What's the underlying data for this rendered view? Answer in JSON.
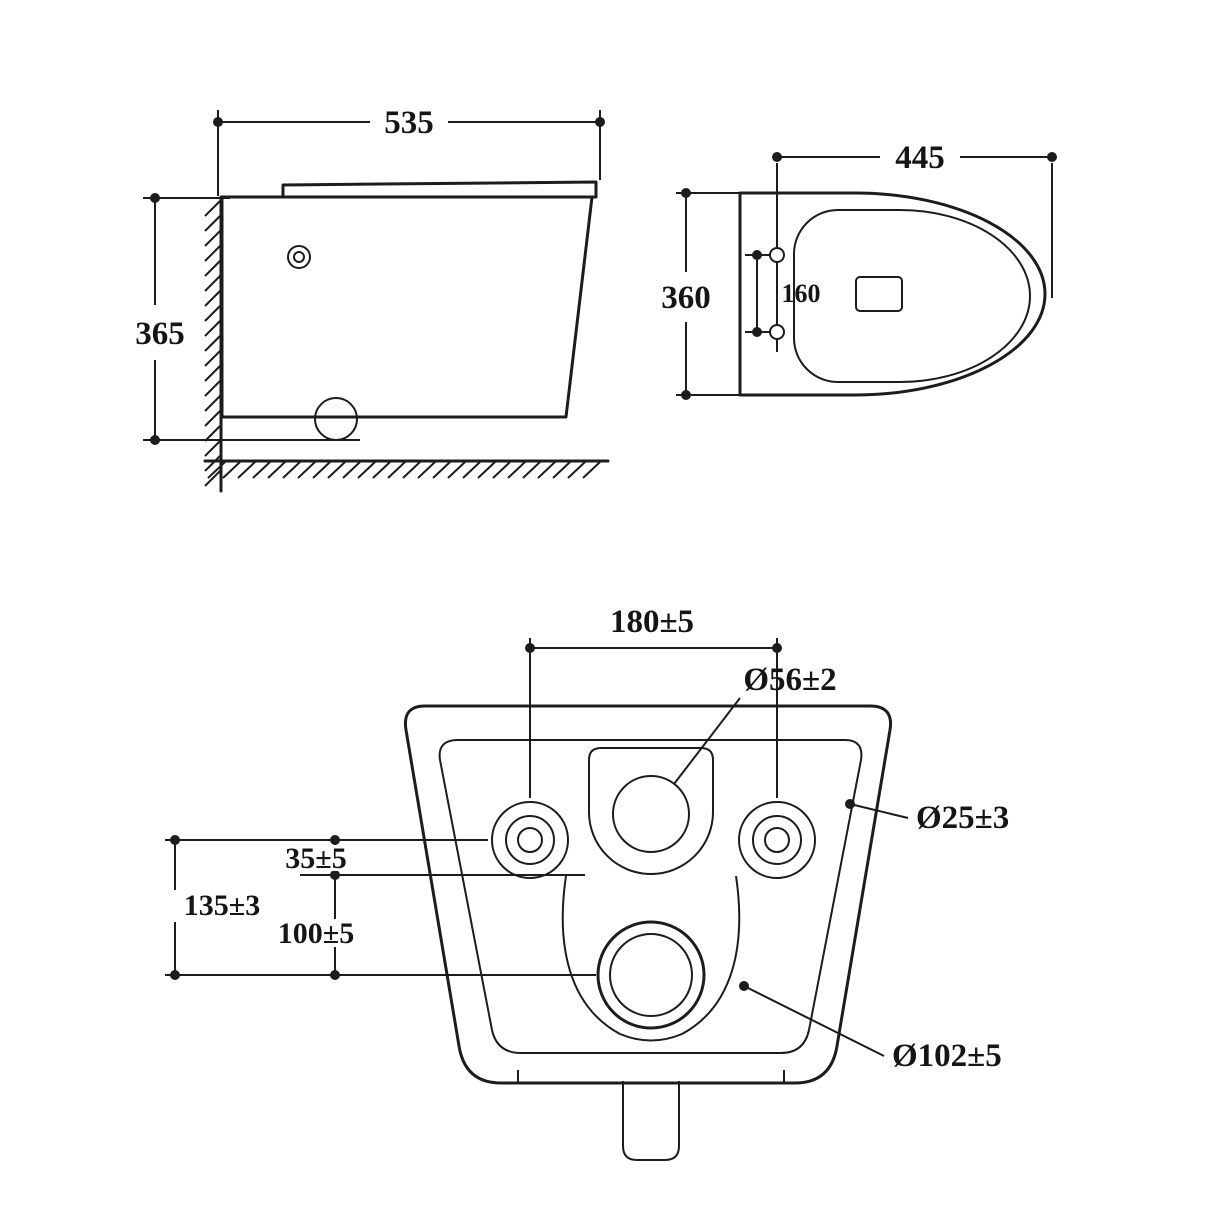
{
  "colors": {
    "line": "#1c1c1c",
    "background": "#ffffff"
  },
  "side_view": {
    "width_dim": "535",
    "height_dim": "365"
  },
  "top_view": {
    "length_dim": "445",
    "width_dim": "360",
    "fixing_hole_spacing_dim": "160"
  },
  "back_view": {
    "fixing_hole_spacing_dim": "180±5",
    "inlet_diameter_dim": "Ø56±2",
    "fixing_hole_diameter_dim": "Ø25±3",
    "outlet_diameter_dim": "Ø102±5",
    "holes_to_rim_dim": "35±5",
    "rim_to_outlet_dim": "100±5",
    "holes_to_outlet_dim": "135±3"
  }
}
